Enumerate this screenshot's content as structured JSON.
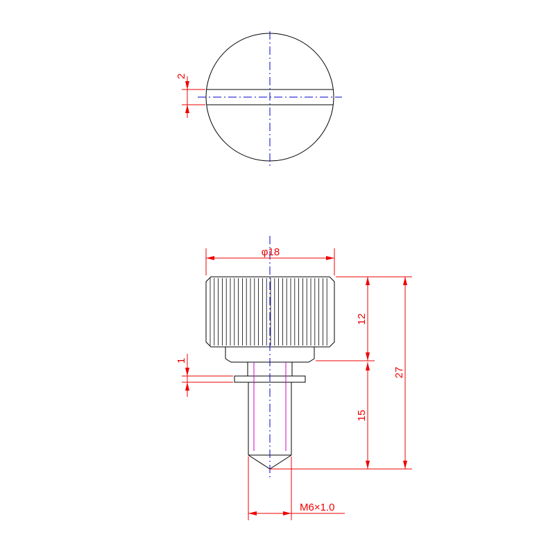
{
  "dimensions": {
    "slot_width": "2",
    "head_diameter": "φ18",
    "head_height": "12",
    "overall_length": "27",
    "shank_length": "15",
    "washer_thickness": "1",
    "thread_spec": "M6×1.0"
  },
  "colors": {
    "outline": "#000000",
    "dimension": "#ee0000",
    "centerline": "#0000cc",
    "thread": "#cc00cc"
  }
}
